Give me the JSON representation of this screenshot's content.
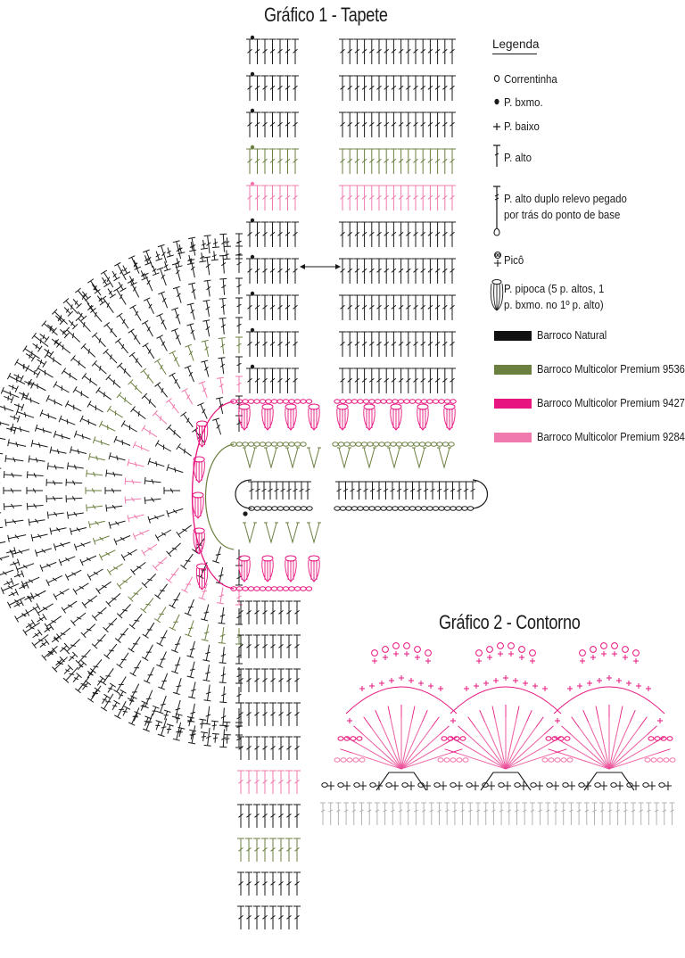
{
  "chart1": {
    "title": "Gráfico 1 - Tapete"
  },
  "chart2": {
    "title": "Gráfico 2 - Contorno"
  },
  "legend": {
    "heading": "Legenda",
    "items": [
      {
        "icon": "chain-stitch-icon",
        "label": "Correntinha"
      },
      {
        "icon": "slip-stitch-icon",
        "label": "P. bxmo."
      },
      {
        "icon": "single-crochet-icon",
        "label": "P. baixo"
      },
      {
        "icon": "double-crochet-icon",
        "label": "P. alto"
      },
      {
        "icon": "back-post-double-icon",
        "label": "P. alto duplo relevo pegado",
        "label2": "por trás do ponto de base"
      },
      {
        "icon": "picot-icon",
        "label": "Picô"
      },
      {
        "icon": "popcorn-stitch-icon",
        "label": "P. pipoca (5 p. altos, 1",
        "label2": "p. bxmo. no 1º p. alto)"
      }
    ],
    "colors": [
      {
        "label": "Barroco Natural",
        "color": "#111111"
      },
      {
        "label": "Barroco Multicolor Premium 9536",
        "color": "#6b7f3f"
      },
      {
        "label": "Barroco Multicolor Premium 9427",
        "color": "#e6157f"
      },
      {
        "label": "Barroco Multicolor Premium 9284",
        "color": "#f07aae"
      }
    ]
  },
  "palette": {
    "black": "#1a1a1a",
    "green": "#6b7f3f",
    "magenta": "#e6157f",
    "pink": "#f07aae",
    "gray": "#b3b3b3"
  }
}
